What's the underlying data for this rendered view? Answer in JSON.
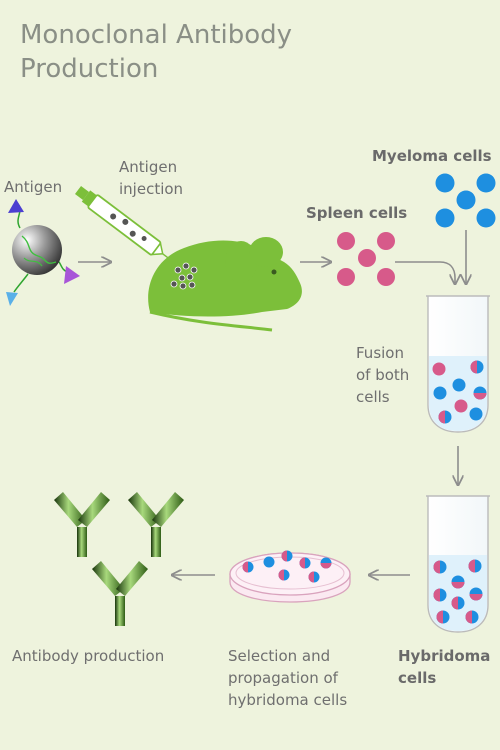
{
  "title": {
    "line1": "Monoclonal Antibody",
    "line2": "Production"
  },
  "labels": {
    "antigen": "Antigen",
    "antigen_injection": {
      "line1": "Antigen",
      "line2": "injection"
    },
    "spleen_cells": "Spleen cells",
    "myeloma_cells": "Myeloma cells",
    "fusion": {
      "line1": "Fusion",
      "line2": "of both",
      "line3": "cells"
    },
    "hybridoma_cells": {
      "line1": "Hybridoma",
      "line2": "cells"
    },
    "selection": {
      "line1": "Selection and",
      "line2": "propagation of",
      "line3": "hybridoma cells"
    },
    "antibody_production": "Antibody production"
  },
  "colors": {
    "background": "#eef3dd",
    "mouse_green": "#7cbf3a",
    "spleen_pink": "#d75a8a",
    "myeloma_blue": "#1e8fe0",
    "tube_fluid": "#dff1fb",
    "antibody_green": "#4e8a25",
    "arrow_gray": "#8d8d8d"
  }
}
